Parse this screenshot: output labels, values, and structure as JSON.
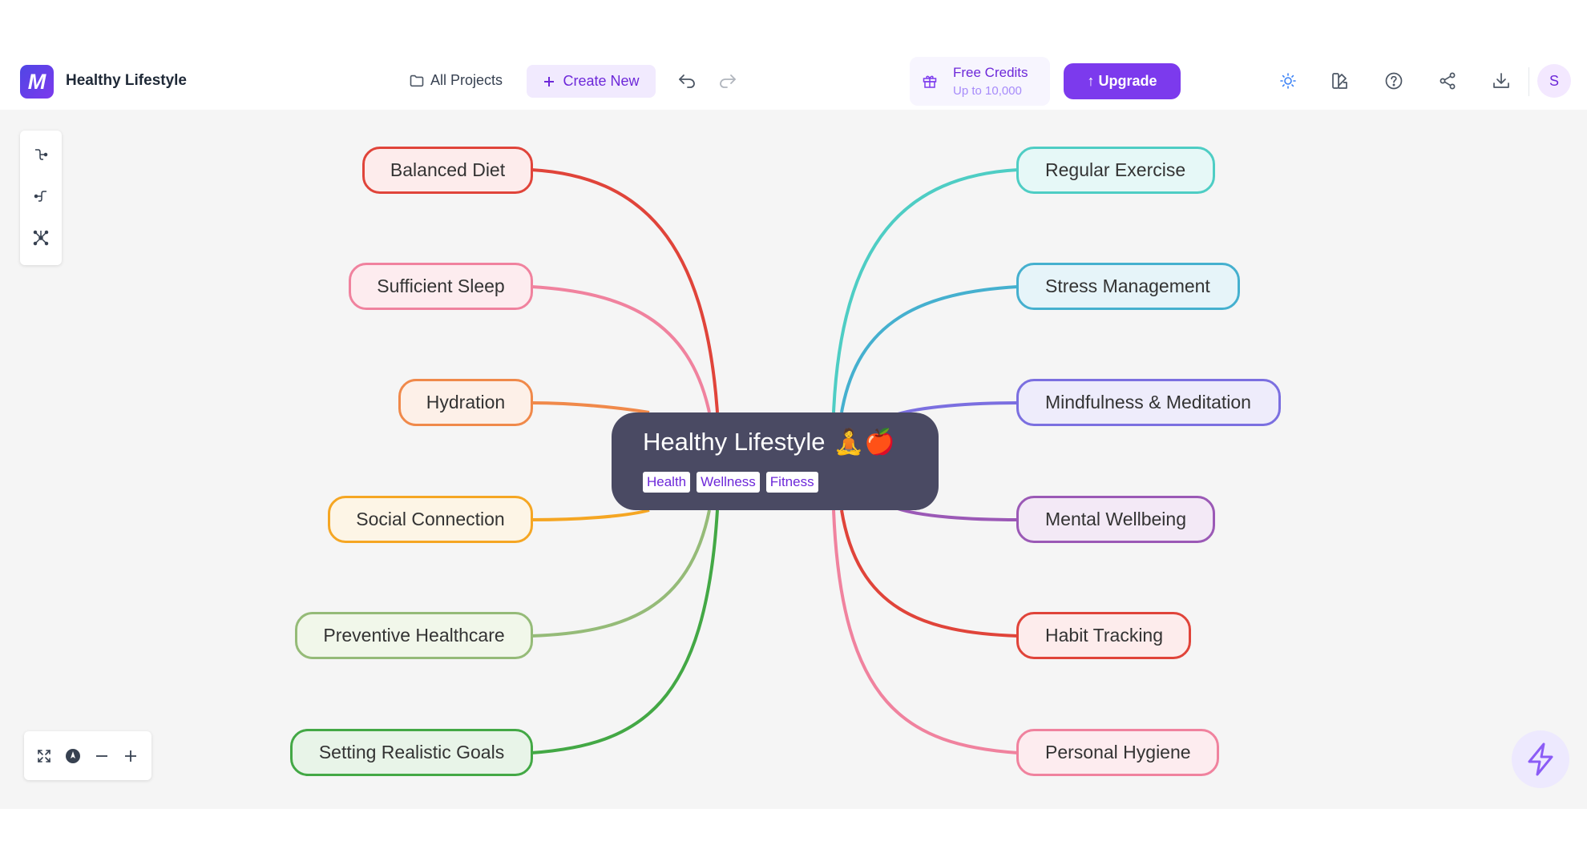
{
  "header": {
    "app_logo_letter": "M",
    "document_title": "Healthy Lifestyle",
    "all_projects_label": "All Projects",
    "create_new_label": "Create New",
    "credits_title": "Free Credits",
    "credits_subtitle": "Up to 10,000",
    "upgrade_label": "↑ Upgrade",
    "avatar_initial": "S"
  },
  "mindmap": {
    "root": {
      "title": "Healthy Lifestyle",
      "emoji": "🧘🍎",
      "tags": [
        "Health",
        "Wellness",
        "Fitness"
      ]
    },
    "left_branches": [
      {
        "label": "Balanced Diet",
        "color": "#e0443a",
        "fill": "#fdecec"
      },
      {
        "label": "Sufficient Sleep",
        "color": "#f0829e",
        "fill": "#fdecef"
      },
      {
        "label": "Hydration",
        "color": "#f0894a",
        "fill": "#fdf0e8"
      },
      {
        "label": "Social Connection",
        "color": "#f5a623",
        "fill": "#fdf5e6"
      },
      {
        "label": "Preventive Healthcare",
        "color": "#95bb78",
        "fill": "#f1f7ea"
      },
      {
        "label": "Setting Realistic Goals",
        "color": "#43a845",
        "fill": "#e8f4e8"
      }
    ],
    "right_branches": [
      {
        "label": "Regular Exercise",
        "color": "#4ecdc4",
        "fill": "#e6f8f7"
      },
      {
        "label": "Stress Management",
        "color": "#45b0cf",
        "fill": "#e6f4f9"
      },
      {
        "label": "Mindfulness & Meditation",
        "color": "#7b6fe0",
        "fill": "#eeecfb"
      },
      {
        "label": "Mental Wellbeing",
        "color": "#9b59b6",
        "fill": "#f3e9f6"
      },
      {
        "label": "Habit Tracking",
        "color": "#e0443a",
        "fill": "#fdecec"
      },
      {
        "label": "Personal Hygiene",
        "color": "#f0829e",
        "fill": "#fdecef"
      }
    ]
  }
}
